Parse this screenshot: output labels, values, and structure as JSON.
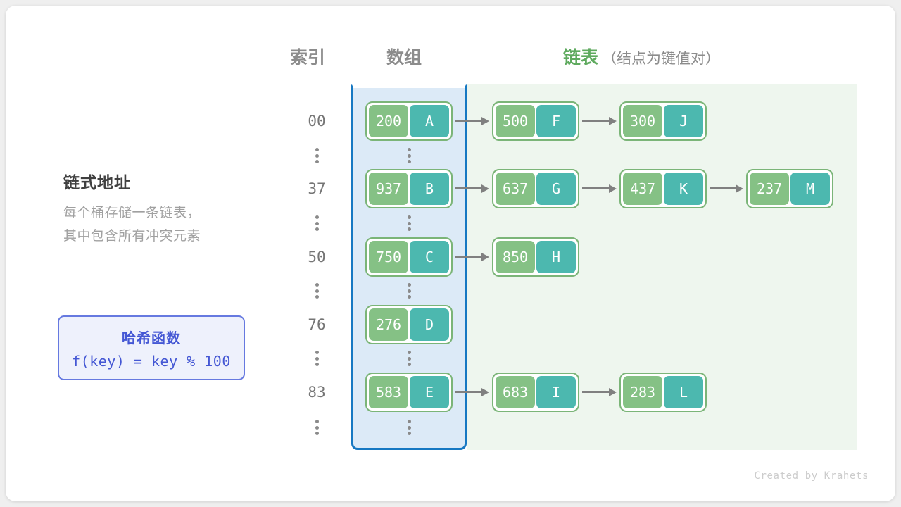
{
  "headers": {
    "index": "索引",
    "array": "数组",
    "list_main": "链表",
    "list_sub": "（结点为键值对）"
  },
  "panel": {
    "title": "链式地址",
    "desc_line1": "每个桶存储一条链表，",
    "desc_line2": "其中包含所有冲突元素"
  },
  "hash_box": {
    "title": "哈希函数",
    "formula": "f(key) = key % 100"
  },
  "colors": {
    "array_region_bg": "#dceaf7",
    "array_region_border": "#1678c2",
    "list_region_bg": "#eef6ee",
    "node_border": "#7bb578",
    "node_key_bg": "#85c185",
    "node_val_bg": "#4cb8af",
    "arrow": "#808080",
    "header_gray": "#8c8c8c",
    "header_green": "#5faa5f",
    "hash_accent": "#4457d4"
  },
  "buckets": [
    {
      "index": "00",
      "nodes": [
        {
          "key": "200",
          "value": "A"
        },
        {
          "key": "500",
          "value": "F"
        },
        {
          "key": "300",
          "value": "J"
        }
      ]
    },
    {
      "index": "37",
      "nodes": [
        {
          "key": "937",
          "value": "B"
        },
        {
          "key": "637",
          "value": "G"
        },
        {
          "key": "437",
          "value": "K"
        },
        {
          "key": "237",
          "value": "M"
        }
      ]
    },
    {
      "index": "50",
      "nodes": [
        {
          "key": "750",
          "value": "C"
        },
        {
          "key": "850",
          "value": "H"
        }
      ]
    },
    {
      "index": "76",
      "nodes": [
        {
          "key": "276",
          "value": "D"
        }
      ]
    },
    {
      "index": "83",
      "nodes": [
        {
          "key": "583",
          "value": "E"
        },
        {
          "key": "683",
          "value": "I"
        },
        {
          "key": "283",
          "value": "L"
        }
      ]
    }
  ],
  "ellipsis_rows": 5,
  "credit": "Created by Krahets"
}
